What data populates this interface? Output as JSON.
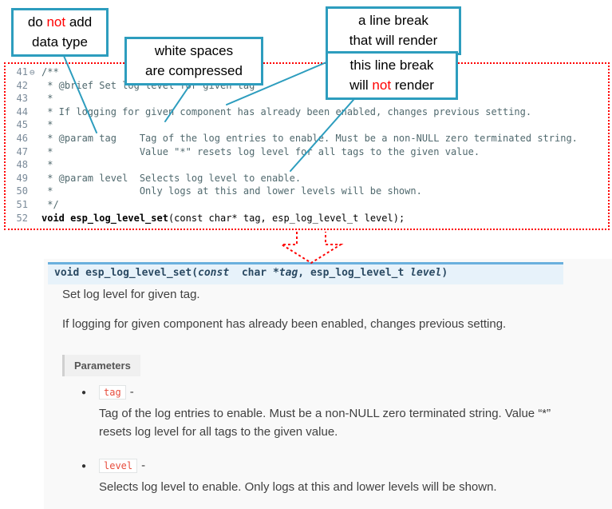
{
  "colors": {
    "callout_border_teal": "#2d9dbe",
    "annotation_red": "#ff0000",
    "doc_signature_bg": "#e7f2fa",
    "doc_signature_border": "#6ab0de",
    "param_name_red": "#e74c3c"
  },
  "callouts": {
    "no_datatype": {
      "l1a": "do ",
      "l1b": "not",
      "l1c": " add",
      "l2": "data type"
    },
    "whitespace": {
      "l1": "white spaces",
      "l2": "are compressed"
    },
    "line_break_render": {
      "l1": "a line break",
      "l2": "that will render"
    },
    "line_break_norender": {
      "l1": "this line break",
      "l2a": "will ",
      "l2b": "not",
      "l2c": " render"
    }
  },
  "code": {
    "lines": [
      {
        "num": "41",
        "fold": "⊖",
        "text": "/**"
      },
      {
        "num": "42",
        "text": " * @brief Set log level for given tag"
      },
      {
        "num": "43",
        "text": " *"
      },
      {
        "num": "44",
        "text": " * If logging for given component has already been enabled, changes previous setting."
      },
      {
        "num": "45",
        "text": " *"
      },
      {
        "num": "46",
        "text": " * @param tag    Tag of the log entries to enable. Must be a non-NULL zero terminated string."
      },
      {
        "num": "47",
        "text": " *               Value \"*\" resets log level for all tags to the given value."
      },
      {
        "num": "48",
        "text": " *"
      },
      {
        "num": "49",
        "text": " * @param level  Selects log level to enable."
      },
      {
        "num": "50",
        "text": " *               Only logs at this and lower levels will be shown."
      },
      {
        "num": "51",
        "text": " */"
      }
    ],
    "sig": {
      "num": "52",
      "keyword": "void ",
      "name": "esp_log_level_set",
      "args": "(const char* tag, esp_log_level_t level);"
    }
  },
  "doc": {
    "signature": {
      "ret": "void ",
      "name": "esp_log_level_set",
      "open": "(",
      "const_kw": "const ",
      "type1": " char *",
      "arg1": "tag",
      "sep": ", ",
      "type2": "esp_log_level_t ",
      "arg2": "level",
      "close": ")"
    },
    "p1": "Set log level for given tag.",
    "p2": "If logging for given component has already been enabled, changes previous setting.",
    "params_label": "Parameters",
    "bullet_glyph": "●",
    "params": [
      {
        "name": "tag",
        "dash": "-",
        "desc": "Tag of the log entries to enable. Must be a non-NULL zero terminated string. Value “*” resets log level for all tags to the given value."
      },
      {
        "name": "level",
        "dash": "-",
        "desc": "Selects log level to enable. Only logs at this and lower levels will be shown."
      }
    ]
  }
}
